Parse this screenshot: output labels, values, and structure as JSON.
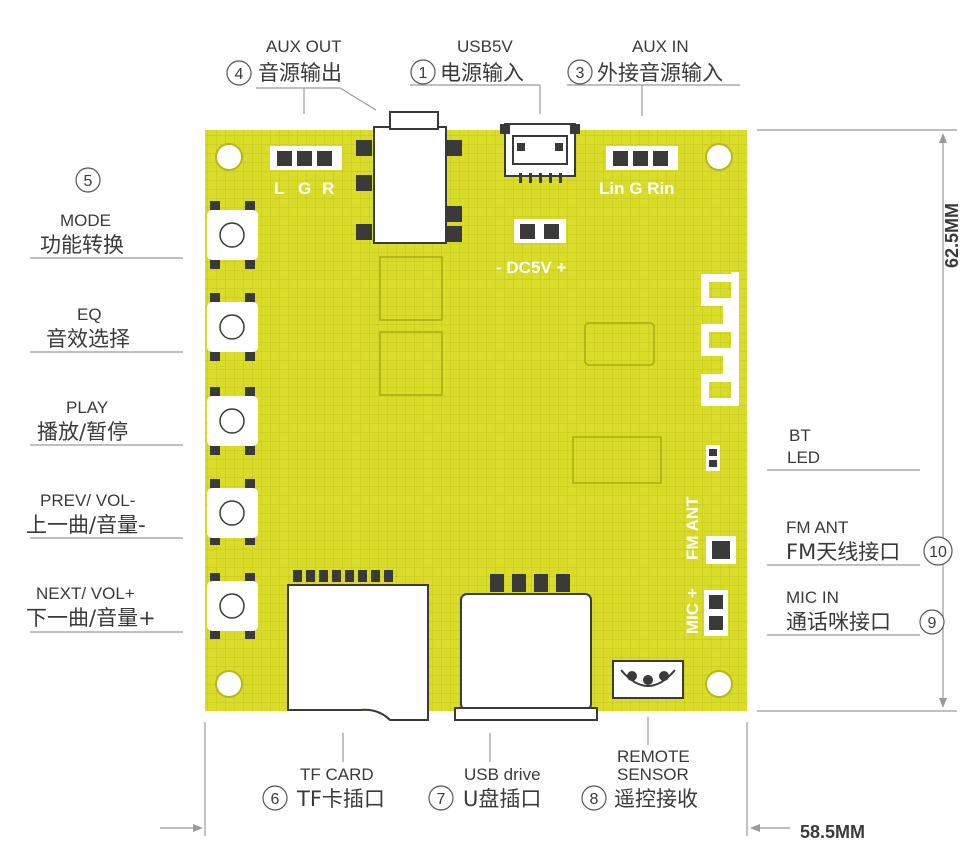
{
  "board": {
    "color": "#d9dc28",
    "grid_color": "#c3c51e"
  },
  "top_labels": {
    "aux_out": {
      "num": "4",
      "en": "AUX OUT",
      "cn": "音源输出"
    },
    "usb5v": {
      "num": "1",
      "en": "USB5V",
      "cn": "电源输入"
    },
    "aux_in": {
      "num": "3",
      "en": "AUX IN",
      "cn": "外接音源输入"
    }
  },
  "left_labels": {
    "group_num": "5",
    "mode": {
      "en": "MODE",
      "cn": "功能转换"
    },
    "eq": {
      "en": "EQ",
      "cn": "音效选择"
    },
    "play": {
      "en": "PLAY",
      "cn": "播放/暂停"
    },
    "prev": {
      "en": "PREV/ VOL-",
      "cn": "上一曲/音量-"
    },
    "next": {
      "en": "NEXT/ VOL+",
      "cn": "下一曲/音量+"
    }
  },
  "right_labels": {
    "bt_led": {
      "en1": "BT",
      "en2": "LED"
    },
    "fm_ant": {
      "num": "10",
      "en": "FM ANT",
      "cn": "FM天线接口"
    },
    "mic_in": {
      "num": "9",
      "en": "MIC IN",
      "cn": "通话咪接口"
    }
  },
  "bottom_labels": {
    "tf_card": {
      "num": "6",
      "en": "TF CARD",
      "cn": "TF卡插口"
    },
    "usb_drive": {
      "num": "7",
      "en": "USB drive",
      "cn": "U盘插口"
    },
    "remote": {
      "num": "8",
      "en1": "REMOTE",
      "en2": "SENSOR",
      "cn": "遥控接收"
    }
  },
  "silkscreen": {
    "lgr": [
      "L",
      "G",
      "R"
    ],
    "lin_g_rin": "Lin G Rin",
    "dc5v": "- DC5V +",
    "fm_ant": "FM ANT",
    "mic": "MIC +"
  },
  "dimensions": {
    "height": "62.5MM",
    "width": "58.5MM"
  }
}
